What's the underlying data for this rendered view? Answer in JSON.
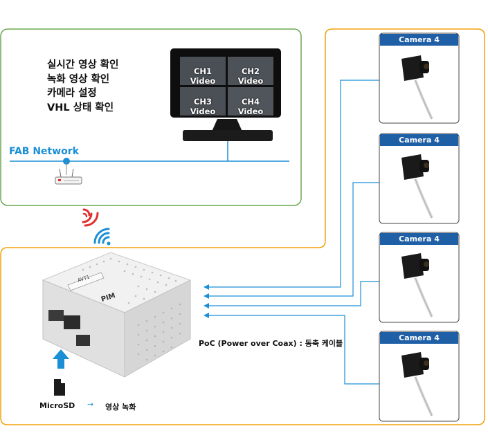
{
  "features": [
    "실시간 영상 확인",
    "녹화 영상 확인",
    "카메라 설정",
    "VHL 상태 확인"
  ],
  "network_label": "FAB Network",
  "monitor": {
    "channels": [
      "CH1 Video",
      "CH2 Video",
      "CH3 Video",
      "CH4 Video"
    ]
  },
  "cameras": [
    {
      "label": "Camera 4"
    },
    {
      "label": "Camera 4"
    },
    {
      "label": "Camera 4"
    },
    {
      "label": "Camera 4"
    }
  ],
  "cable_label": "PoC (Power over Coax) : 동축 케이블",
  "device": {
    "tag": "AVT1",
    "brand": "PIM"
  },
  "storage": {
    "media": "MicroSD",
    "arrow": "→",
    "action": "영상 녹화"
  },
  "colors": {
    "network_box": "#6aa84f",
    "camera_box": "#f0a30a",
    "network_line": "#1a8fd6",
    "camera_header": "#1f5fa6",
    "wifi_red": "#e03030",
    "wifi_blue": "#1a8fd6"
  }
}
